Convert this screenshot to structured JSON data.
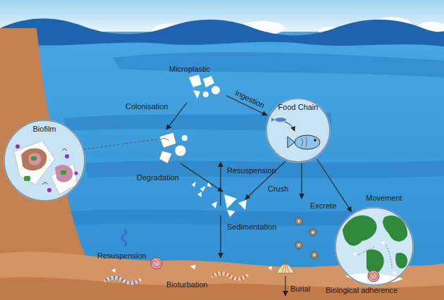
{
  "diagram": {
    "nodes": [
      {
        "text": [
          "Microplastic"
        ]
      },
      {
        "text": [
          "Biofilm"
        ]
      },
      {
        "text": [
          "Food Chain"
        ]
      },
      {
        "text": [
          "Movement"
        ]
      }
    ],
    "edges": [
      {
        "from": 0,
        "to": 2,
        "arrow": "to",
        "label": "Ingestion"
      },
      {
        "from": 2,
        "to": 3,
        "arrow": "to"
      }
    ],
    "labels": [
      "Colonisation",
      "Degradation",
      "Resuspension",
      "Crush",
      "Sedimentation",
      "Excrete",
      "Resuspension",
      "Bioturbation",
      "Burial",
      "Biological adherence"
    ]
  }
}
